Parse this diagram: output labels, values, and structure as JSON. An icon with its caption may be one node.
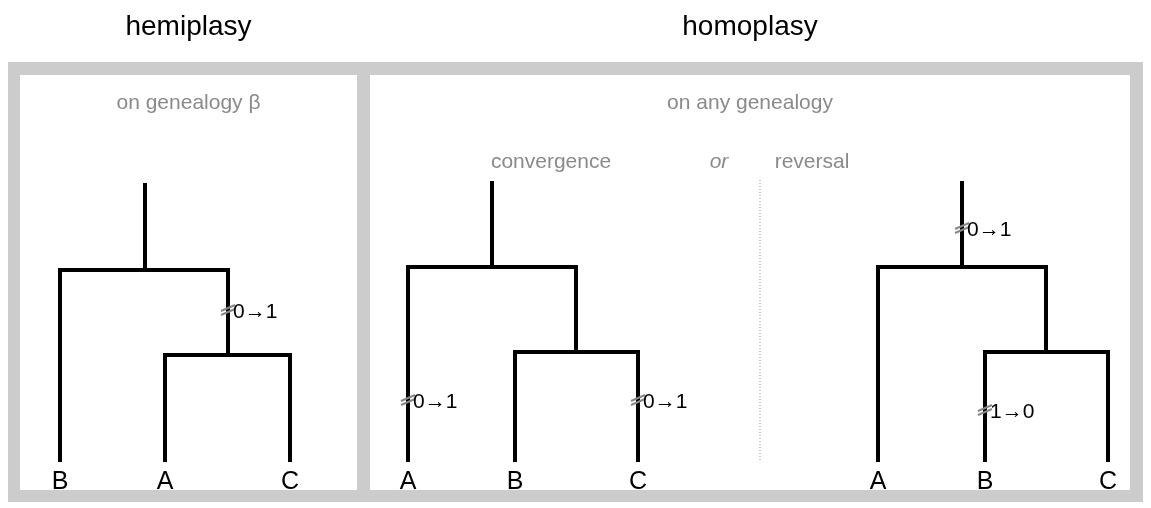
{
  "diagram": {
    "nodes": [
      {
        "text": [
          "hemiplasy",
          "on genealogy β"
        ]
      },
      {
        "text": [
          "homoplasy",
          "on any genealogy"
        ]
      }
    ],
    "labels": [
      "convergence",
      "or",
      "reversal",
      "0→1",
      "0→1",
      "0→1",
      "0→1",
      "1→0",
      "B",
      "A",
      "C",
      "A",
      "B",
      "C",
      "A",
      "B",
      "C"
    ]
  }
}
